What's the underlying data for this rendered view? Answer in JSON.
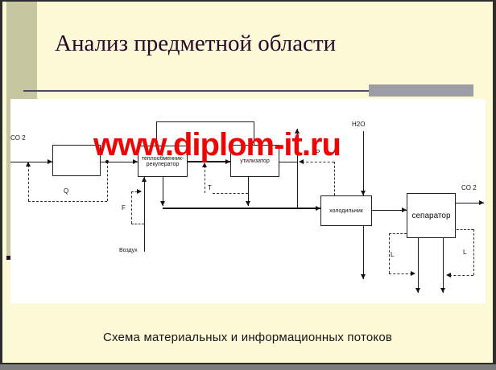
{
  "slide": {
    "title": "Анализ предметной области",
    "caption": "Схема материальных и информационных потоков",
    "watermark": "www.diplom-it.ru",
    "colors": {
      "background": "#fcf9d6",
      "side_band": "#c6c7a0",
      "band_cap": "#2a0f26",
      "accent_bar": "#9d9da5",
      "title_text": "#2c072c",
      "watermark_red": "#ee0606",
      "panel": "#ffffff"
    }
  },
  "diagram": {
    "blocks": {
      "inlet_block": {
        "label": ""
      },
      "recuperator": {
        "label_line1": "теплообменник-",
        "label_line2": "рекуператор"
      },
      "utilizer": {
        "label": "утилизатор"
      },
      "cooler": {
        "label": "холодильник"
      },
      "separator": {
        "label": "сепаратор"
      }
    },
    "streams": {
      "co2_in": "CO 2",
      "co2_out": "CO 2",
      "h2o": "H2O",
      "air": "Воздух"
    },
    "measurements": {
      "q": "Q",
      "f": "F",
      "t": "T",
      "p": "P",
      "l_left": "L",
      "l_right": "L"
    }
  }
}
